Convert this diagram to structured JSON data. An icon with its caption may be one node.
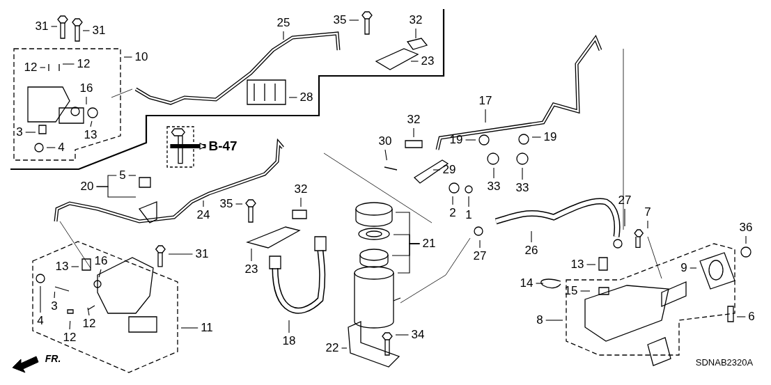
{
  "diagram": {
    "nodes": [
      {
        "text": [
          "31"
        ]
      },
      {
        "text": [
          "31"
        ]
      },
      {
        "text": [
          "25"
        ]
      },
      {
        "text": [
          "35"
        ]
      },
      {
        "text": [
          "32"
        ]
      },
      {
        "text": [
          "10"
        ]
      },
      {
        "text": [
          "12"
        ]
      },
      {
        "text": [
          "12"
        ]
      },
      {
        "text": [
          "16"
        ]
      },
      {
        "text": [
          "23"
        ]
      },
      {
        "text": [
          "28"
        ]
      },
      {
        "text": [
          "17"
        ]
      },
      {
        "text": [
          "13"
        ]
      },
      {
        "text": [
          "3"
        ]
      },
      {
        "text": [
          "4"
        ]
      },
      {
        "text": [
          "19"
        ]
      },
      {
        "text": [
          "19"
        ]
      },
      {
        "text": [
          "32"
        ]
      },
      {
        "text": [
          "30"
        ]
      },
      {
        "text": [
          "B-47"
        ]
      },
      {
        "text": [
          "29"
        ]
      },
      {
        "text": [
          "33"
        ]
      },
      {
        "text": [
          "33"
        ]
      },
      {
        "text": [
          "5"
        ]
      },
      {
        "text": [
          "20"
        ]
      },
      {
        "text": [
          "24"
        ]
      },
      {
        "text": [
          "2"
        ]
      },
      {
        "text": [
          "1"
        ]
      },
      {
        "text": [
          "32"
        ]
      },
      {
        "text": [
          "35"
        ]
      },
      {
        "text": [
          "21"
        ]
      },
      {
        "text": [
          "27"
        ]
      },
      {
        "text": [
          "7"
        ]
      },
      {
        "text": [
          "36"
        ]
      },
      {
        "text": [
          "26"
        ]
      },
      {
        "text": [
          "27"
        ]
      },
      {
        "text": [
          "13"
        ]
      },
      {
        "text": [
          "9"
        ]
      },
      {
        "text": [
          "31"
        ]
      },
      {
        "text": [
          "13"
        ]
      },
      {
        "text": [
          "16"
        ]
      },
      {
        "text": [
          "23"
        ]
      },
      {
        "text": [
          "14"
        ]
      },
      {
        "text": [
          "3"
        ]
      },
      {
        "text": [
          "15"
        ]
      },
      {
        "text": [
          "4"
        ]
      },
      {
        "text": [
          "12"
        ]
      },
      {
        "text": [
          "12"
        ]
      },
      {
        "text": [
          "11"
        ]
      },
      {
        "text": [
          "8"
        ]
      },
      {
        "text": [
          "6"
        ]
      },
      {
        "text": [
          "18"
        ]
      },
      {
        "text": [
          "22"
        ]
      },
      {
        "text": [
          "34"
        ]
      }
    ],
    "edges": [
      {
        "from": 0,
        "to": null,
        "arrow": "none"
      },
      {
        "from": 1,
        "to": null,
        "arrow": "none"
      },
      {
        "from": 2,
        "to": null,
        "arrow": "none"
      },
      {
        "from": 3,
        "to": null,
        "arrow": "none"
      },
      {
        "from": 4,
        "to": null,
        "arrow": "none"
      },
      {
        "from": 5,
        "to": null,
        "arrow": "none"
      },
      {
        "from": 6,
        "to": null,
        "arrow": "none"
      },
      {
        "from": 7,
        "to": null,
        "arrow": "none"
      },
      {
        "from": 8,
        "to": null,
        "arrow": "none"
      },
      {
        "from": 9,
        "to": null,
        "arrow": "none"
      },
      {
        "from": 10,
        "to": null,
        "arrow": "none"
      },
      {
        "from": 11,
        "to": null,
        "arrow": "none"
      },
      {
        "from": 12,
        "to": null,
        "arrow": "none"
      },
      {
        "from": 13,
        "to": null,
        "arrow": "none"
      },
      {
        "from": 14,
        "to": null,
        "arrow": "none"
      },
      {
        "from": 15,
        "to": null,
        "arrow": "none"
      },
      {
        "from": 16,
        "to": null,
        "arrow": "none"
      },
      {
        "from": 17,
        "to": null,
        "arrow": "none"
      },
      {
        "from": 18,
        "to": null,
        "arrow": "none"
      },
      {
        "from": null,
        "to": 19,
        "arrow": "to",
        "style": "thick"
      },
      {
        "from": 20,
        "to": null,
        "arrow": "none"
      },
      {
        "from": 21,
        "to": null,
        "arrow": "none"
      },
      {
        "from": 22,
        "to": null,
        "arrow": "none"
      },
      {
        "from": 23,
        "to": null,
        "arrow": "none"
      },
      {
        "from": 24,
        "to": 23,
        "arrow": "none"
      },
      {
        "from": 24,
        "to": null,
        "arrow": "none"
      },
      {
        "from": 25,
        "to": null,
        "arrow": "none"
      },
      {
        "from": 26,
        "to": null,
        "arrow": "none"
      },
      {
        "from": 27,
        "to": null,
        "arrow": "none"
      },
      {
        "from": 28,
        "to": null,
        "arrow": "none"
      },
      {
        "from": 29,
        "to": null,
        "arrow": "none"
      },
      {
        "from": 30,
        "to": null,
        "arrow": "none"
      },
      {
        "from": 30,
        "to": null,
        "arrow": "none"
      },
      {
        "from": 30,
        "to": null,
        "arrow": "none"
      },
      {
        "from": 30,
        "to": null,
        "arrow": "none"
      },
      {
        "from": 31,
        "to": null,
        "arrow": "none"
      },
      {
        "from": 32,
        "to": null,
        "arrow": "none"
      },
      {
        "from": 33,
        "to": null,
        "arrow": "none"
      },
      {
        "from": 34,
        "to": null,
        "arrow": "none"
      },
      {
        "from": 35,
        "to": null,
        "arrow": "none"
      },
      {
        "from": 36,
        "to": null,
        "arrow": "none"
      },
      {
        "from": 37,
        "to": null,
        "arrow": "none"
      },
      {
        "from": 38,
        "to": null,
        "arrow": "none"
      },
      {
        "from": 39,
        "to": null,
        "arrow": "none"
      },
      {
        "from": 40,
        "to": null,
        "arrow": "none"
      },
      {
        "from": 41,
        "to": null,
        "arrow": "none"
      },
      {
        "from": 42,
        "to": null,
        "arrow": "none"
      },
      {
        "from": 43,
        "to": null,
        "arrow": "none"
      },
      {
        "from": 44,
        "to": null,
        "arrow": "none"
      },
      {
        "from": 45,
        "to": null,
        "arrow": "none"
      },
      {
        "from": 46,
        "to": null,
        "arrow": "none"
      },
      {
        "from": 47,
        "to": null,
        "arrow": "none"
      },
      {
        "from": 48,
        "to": null,
        "arrow": "none"
      },
      {
        "from": 49,
        "to": null,
        "arrow": "none"
      },
      {
        "from": 50,
        "to": null,
        "arrow": "none"
      },
      {
        "from": 51,
        "to": null,
        "arrow": "none"
      },
      {
        "from": 52,
        "to": null,
        "arrow": "none"
      },
      {
        "from": 53,
        "to": null,
        "arrow": "none"
      }
    ],
    "labels": [
      "FR.",
      "SDNAB2320A"
    ]
  }
}
